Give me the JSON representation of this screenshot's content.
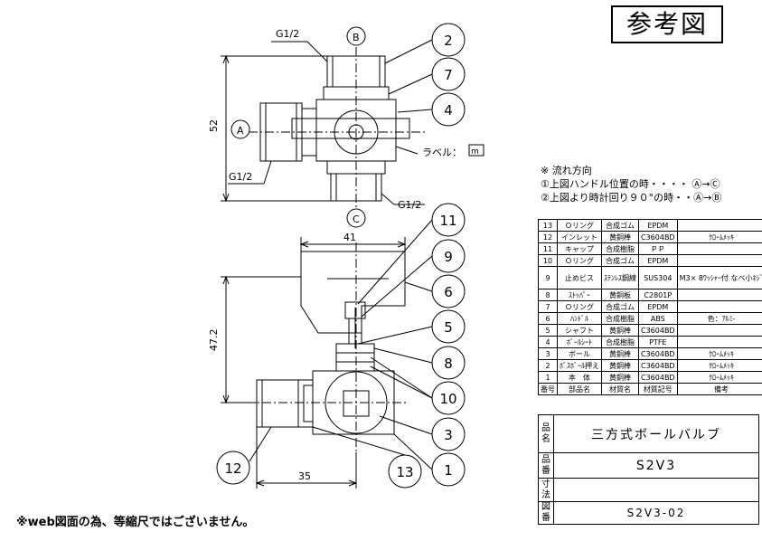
{
  "stamp": "参考図",
  "flow": {
    "heading": "※ 流れ方向",
    "line1": "①上図ハンドル位置の時・・・・ Ⓐ→Ⓒ",
    "line2": "②上図より時計回り９０°の時・・Ⓐ→Ⓑ"
  },
  "labels": {
    "g1": "G1/2",
    "g2": "G1/2",
    "g3": "G1/2",
    "port_a": "A",
    "port_b": "B",
    "port_c": "C",
    "dim_52": "52",
    "dim_41": "41",
    "dim_472": "47.2",
    "dim_35": "35",
    "label_tag": "ラベル：",
    "callouts": [
      "2",
      "7",
      "4",
      "11",
      "9",
      "6",
      "5",
      "8",
      "10",
      "3",
      "12",
      "13",
      "1"
    ]
  },
  "parts": [
    {
      "no": "13",
      "name": "Ｏリング",
      "material": "合成ゴム",
      "code": "EPDM",
      "note": ""
    },
    {
      "no": "12",
      "name": "インレット",
      "material": "黄銅棒",
      "code": "C3604BD",
      "note": "ｸﾛｰﾑﾒｯｷ"
    },
    {
      "no": "11",
      "name": "キャップ",
      "material": "合成樹脂",
      "code": "ＰＰ",
      "note": ""
    },
    {
      "no": "10",
      "name": "Ｏリング",
      "material": "合成ゴム",
      "code": "EPDM",
      "note": ""
    },
    {
      "no": "9",
      "name": "止めビス",
      "material": "ｽﾃﾝﾚｽ鋼線",
      "code": "SUS304",
      "note": "M3× 8ﾜｯｼｬｰ付 なべ小ﾈｼﾞ"
    },
    {
      "no": "8",
      "name": "ｽﾄｯﾊﾟｰ",
      "material": "黄銅板",
      "code": "C2801P",
      "note": ""
    },
    {
      "no": "7",
      "name": "Ｏリング",
      "material": "合成ゴム",
      "code": "EPDM",
      "note": ""
    },
    {
      "no": "6",
      "name": "ﾊﾝﾄﾞﾙ",
      "material": "合成樹脂",
      "code": "ABS",
      "note": "色：ｱﾙﾐ-"
    },
    {
      "no": "5",
      "name": "シャフト",
      "material": "黄銅棒",
      "code": "C3604BD",
      "note": ""
    },
    {
      "no": "4",
      "name": "ﾎﾞｰﾙｼｰﾄ",
      "material": "合成樹脂",
      "code": "PTFE",
      "note": ""
    },
    {
      "no": "3",
      "name": "ボール",
      "material": "黄銅棒",
      "code": "C3604BD",
      "note": "ｸﾛｰﾑﾒｯｷ"
    },
    {
      "no": "2",
      "name": "ﾎﾞｽﾎﾞｰﾙ押え",
      "material": "黄銅棒",
      "code": "C3604BD",
      "note": "ｸﾛｰﾑﾒｯｷ"
    },
    {
      "no": "1",
      "name": "本　体",
      "material": "黄銅棒",
      "code": "C3604BD",
      "note": "ｸﾛｰﾑﾒｯｷ"
    }
  ],
  "parts_header": {
    "no": "番号",
    "name": "部品名",
    "material": "材質名",
    "code": "材質記号",
    "note": "備考"
  },
  "title_block": {
    "name_label": "品名",
    "name_value": "三方式ボールバルブ",
    "code_label": "品番",
    "code_value": "S2V3",
    "dim_label": "寸法",
    "dim_value": "",
    "drawing_label": "図番",
    "drawing_value": "S2V3-02"
  },
  "disclaimer": "※web図面の為、等縮尺ではございません。"
}
